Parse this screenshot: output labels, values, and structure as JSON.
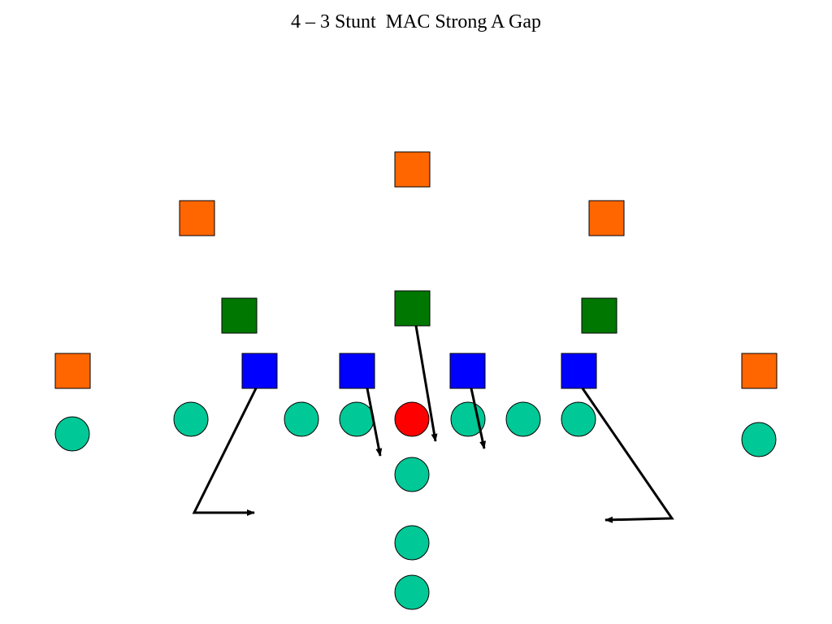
{
  "title": "4 – 3 Stunt  MAC Strong A Gap",
  "colors": {
    "safety": "#ff6600",
    "linebacker": "#007700",
    "lineman": "#0000ff",
    "offense": "#00c896",
    "center": "#ff0000",
    "arrow": "#000000",
    "outline": "#000000"
  },
  "legend_note": "",
  "defense": {
    "deep_backs": [
      "safety-center",
      "safety-left",
      "safety-right"
    ],
    "linebackers": [
      "lb-left",
      "lb-mike",
      "lb-right"
    ],
    "line": [
      "dl-1",
      "dl-2",
      "dl-3",
      "dl-4"
    ],
    "corners": [
      "corner-left",
      "corner-right"
    ]
  },
  "offense": {
    "players": [
      "wr-left",
      "te-left",
      "ot-left",
      "og-left",
      "center",
      "og-right",
      "ot-right",
      "te-right",
      "wr-right",
      "qb",
      "fb",
      "tb"
    ]
  }
}
